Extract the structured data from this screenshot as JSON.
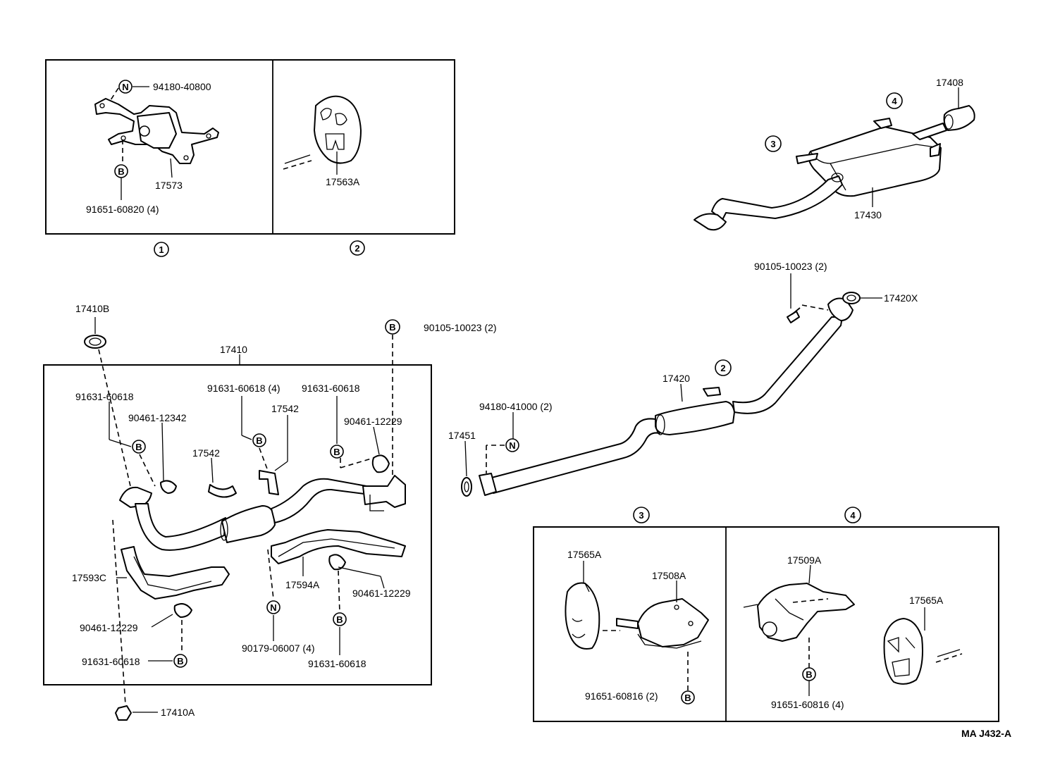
{
  "footer_code": "MA  J432-A",
  "symbols": {
    "b": "B",
    "n": "N"
  },
  "detail_boxes": [
    {
      "num": "1",
      "parts": [
        "94180-40800",
        "17573",
        "91651-60820 (4)"
      ]
    },
    {
      "num": "2",
      "parts": [
        "17563A"
      ]
    },
    {
      "num": "3",
      "parts": [
        "17565A",
        "17508A",
        "91651-60816 (2)"
      ]
    },
    {
      "num": "4",
      "parts": [
        "17509A",
        "17565A",
        "91651-60816 (4)"
      ]
    }
  ],
  "front_pipe_box": {
    "title": "17410",
    "parts": [
      "17410B",
      "91631-60618",
      "90461-12342",
      "91631-60618 (4)",
      "17542",
      "91631-60618",
      "90461-12229",
      "17542",
      "17593C",
      "90461-12229",
      "91631-60618",
      "17594A",
      "90461-12229",
      "90179-06007 (4)",
      "91631-60618",
      "17410A",
      "90105-10023 (2)"
    ]
  },
  "center_pipe": {
    "parts": [
      "90105-10023 (2)",
      "17420X",
      "17420",
      "94180-41000 (2)",
      "17451"
    ],
    "hanger_ref": "2"
  },
  "tail_pipe": {
    "parts": [
      "17408",
      "17430"
    ],
    "refs": [
      "3",
      "4"
    ]
  }
}
